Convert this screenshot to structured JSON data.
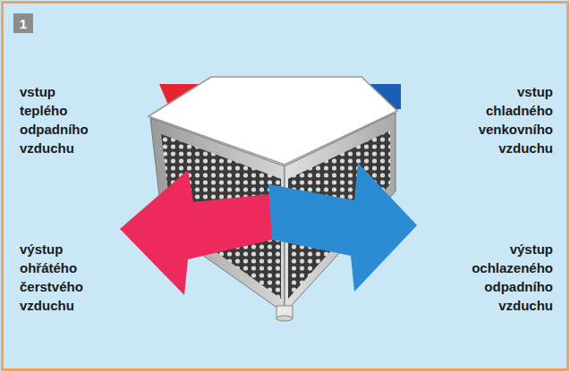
{
  "diagram": {
    "nodes": [
      {
        "text": [
          "1"
        ]
      }
    ],
    "labels": [
      "vstup teplého odpadního vzduchu",
      "vstup chladného venkovního vzduchu",
      "výstup ohřátého čerstvého vzduchu",
      "výstup ochlazeného odpadního vzduchu"
    ]
  }
}
